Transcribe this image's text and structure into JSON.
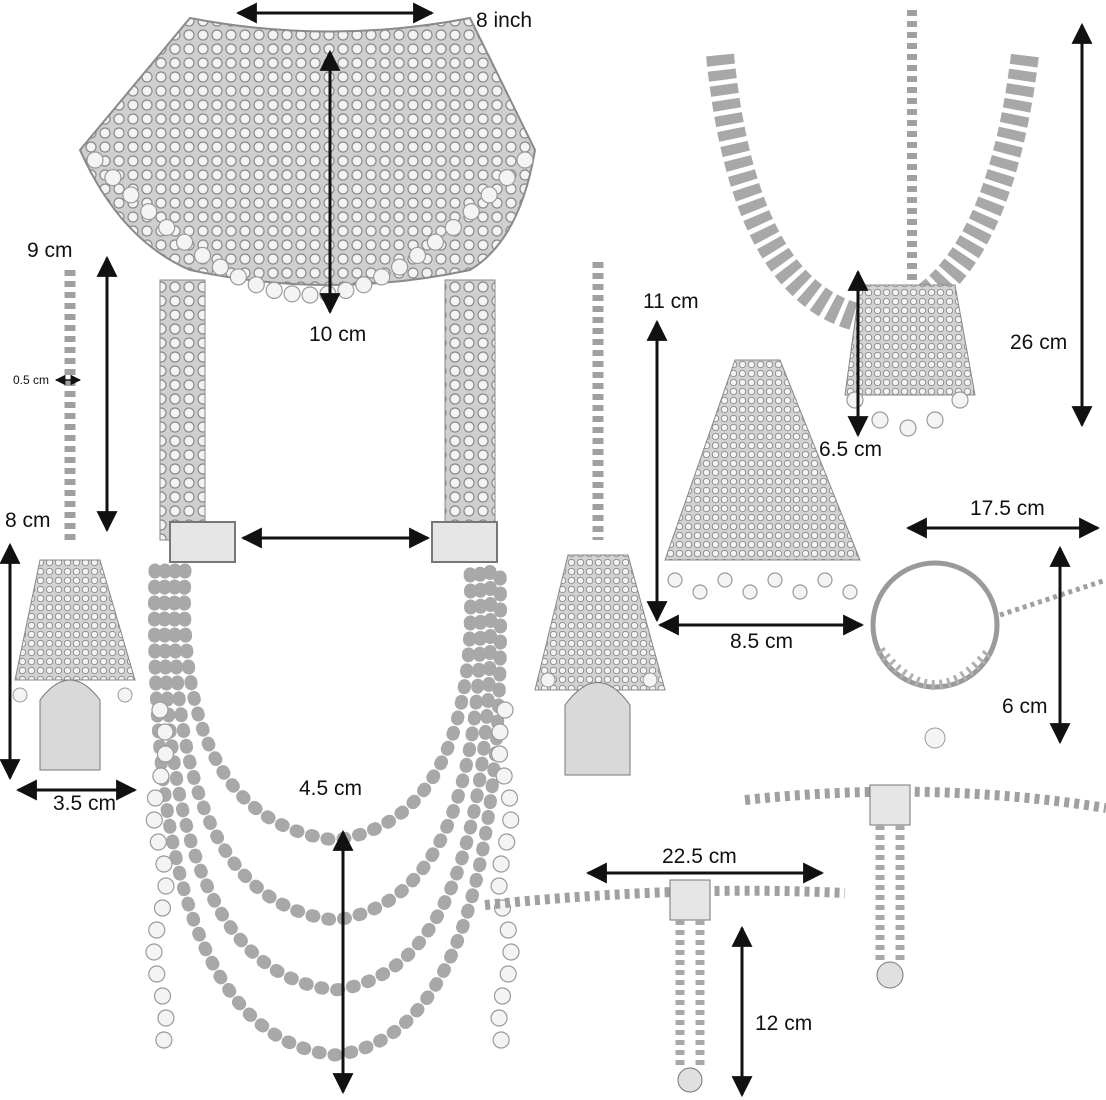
{
  "colors": {
    "silver": "#b9b9b9",
    "silver_dark": "#7e7e7e",
    "pearl": "#f4f4f4",
    "arrow": "#111111"
  },
  "pieces": {
    "choker": {
      "width": "8 inch",
      "height": "10 cm"
    },
    "rani_haar": {
      "width": "4.5 cm"
    },
    "maang_tikka_left": {
      "length": "9 cm",
      "chain_width": "0.5 cm"
    },
    "earring_left": {
      "height": "8 cm",
      "width": "3.5 cm"
    },
    "matha_patti": {
      "height": "26 cm",
      "pendant": "6.5 cm"
    },
    "passa": {
      "height": "11 cm",
      "width": "8.5 cm"
    },
    "nath": {
      "width": "17.5 cm",
      "height": "6 cm"
    },
    "haathphool": {
      "width": "22.5 cm",
      "length": "12 cm"
    }
  }
}
